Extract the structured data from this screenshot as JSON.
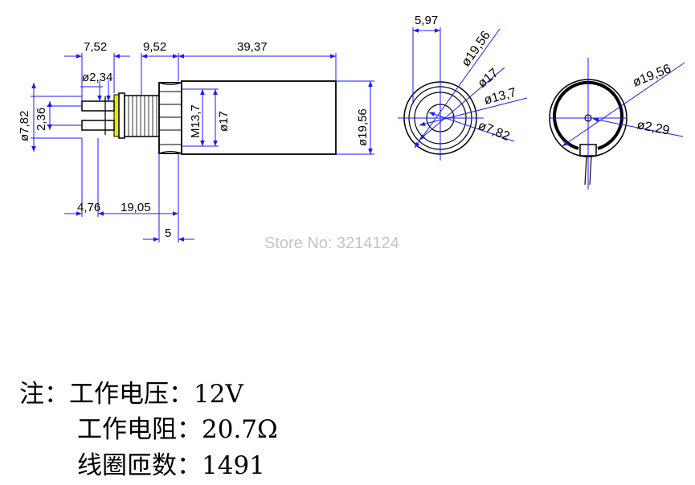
{
  "dimensions": {
    "side_top": [
      "7,52",
      "9,52",
      "39,37"
    ],
    "pin_dia": "ø2,34",
    "left_dia": "ø7,82",
    "pin_gap": "2,36",
    "thread": "M13,7",
    "body_inner_dia": "ø17",
    "body_outer_dia": "ø19,56",
    "bottom": [
      "4,76",
      "19,05",
      "5"
    ],
    "front_top": "5,97",
    "front_diameters": [
      "ø19,56",
      "ø17",
      "ø13,7",
      "ø7,82"
    ],
    "rear_diameters": [
      "ø19,56",
      "ø2,29"
    ]
  },
  "watermark": "Store No: 3214124",
  "notes": [
    {
      "label": "注：工作电压：",
      "value": "12V"
    },
    {
      "label": "工作电阻：",
      "value": "20.7Ω"
    },
    {
      "label": "线圈匝数：",
      "value": "1491"
    }
  ],
  "colors": {
    "dimension": "#1a1aff",
    "outline": "#000000",
    "coil": "#e8e800"
  }
}
